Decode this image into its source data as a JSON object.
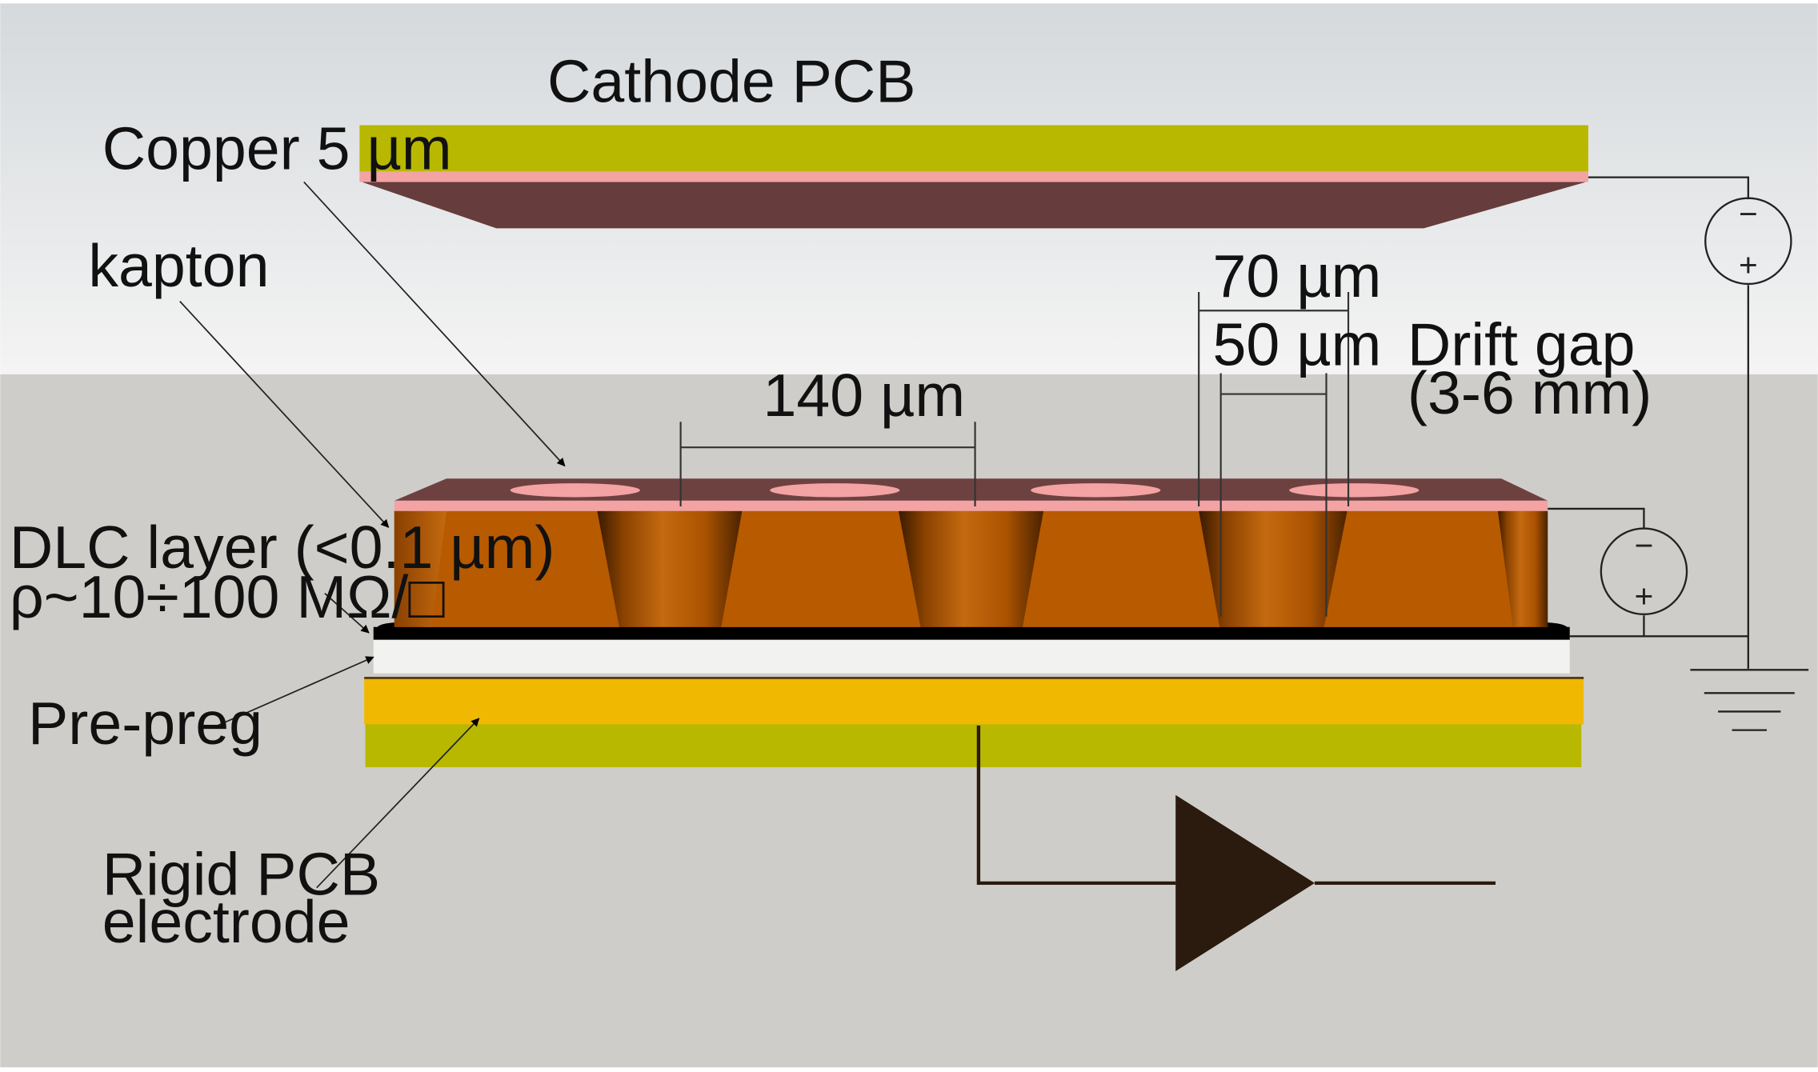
{
  "labels": {
    "cathode_pcb": "Cathode PCB",
    "copper": "Copper 5 µm",
    "kapton": "kapton",
    "dlc_layer": "DLC layer (<0.1 µm)",
    "resistivity": "ρ~10÷100 MΩ/□",
    "pre_preg": "Pre-preg",
    "rigid_pcb_line1": "Rigid PCB",
    "rigid_pcb_line2": "electrode",
    "pitch": "140 µm",
    "outer_diameter": "70 µm",
    "inner_diameter": "50 µm",
    "drift_gap_line1": "Drift gap",
    "drift_gap_line2": "(3-6 mm)"
  },
  "power_supplies": {
    "minus_symbol": "−",
    "plus_symbol": "+"
  },
  "colors": {
    "background_top": "#e8eaeb",
    "background_bottom": "#cecdc9",
    "copper_green": "#b8b800",
    "copper_pink": "#f3a3a3",
    "cathode_body": "#663c3c",
    "kapton_orange": "#b85a00",
    "kapton_top": "#6e4141",
    "dlc_black": "#000000",
    "pre_preg": "#f2f2f0",
    "rigid_pcb_yellow": "#f0b800",
    "amplifier": "#2b1a0e"
  }
}
